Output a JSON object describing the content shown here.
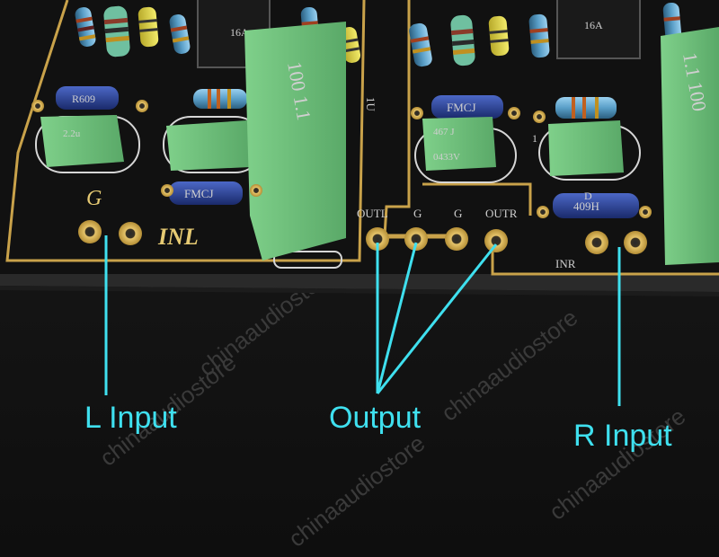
{
  "photo": {
    "subject": "PCB audio preamp board close-up",
    "silkscreen": {
      "ground_left": "G",
      "input_left": "INL",
      "out_left": "OUTL",
      "ground_1": "G",
      "ground_2": "G",
      "out_right": "OUTR",
      "input_right": "INR",
      "ref_1u": "1U",
      "ref_1": "1",
      "ref_d": "D"
    },
    "component_markings": {
      "cap_left_1": "R609",
      "cap_left_2": "FMCJ",
      "cap_right_1": "FMCJ",
      "cap_right_2": "409H",
      "film_left": "100 1.1",
      "film_right": "1.1 100",
      "box_green_1": "2.2u",
      "box_green_2": "467 J",
      "box_green_3": "0433V",
      "ic_left": "16A",
      "ic_right": "16A"
    },
    "watermark": "chinaaudiostore"
  },
  "annotations": {
    "left_input": "L Input",
    "output": "Output",
    "right_input": "R Input"
  },
  "colors": {
    "annotation": "#3fe0ef",
    "board": "#121212",
    "gold_trace": "#c9a24a",
    "film_cap": "#6fc07a"
  }
}
